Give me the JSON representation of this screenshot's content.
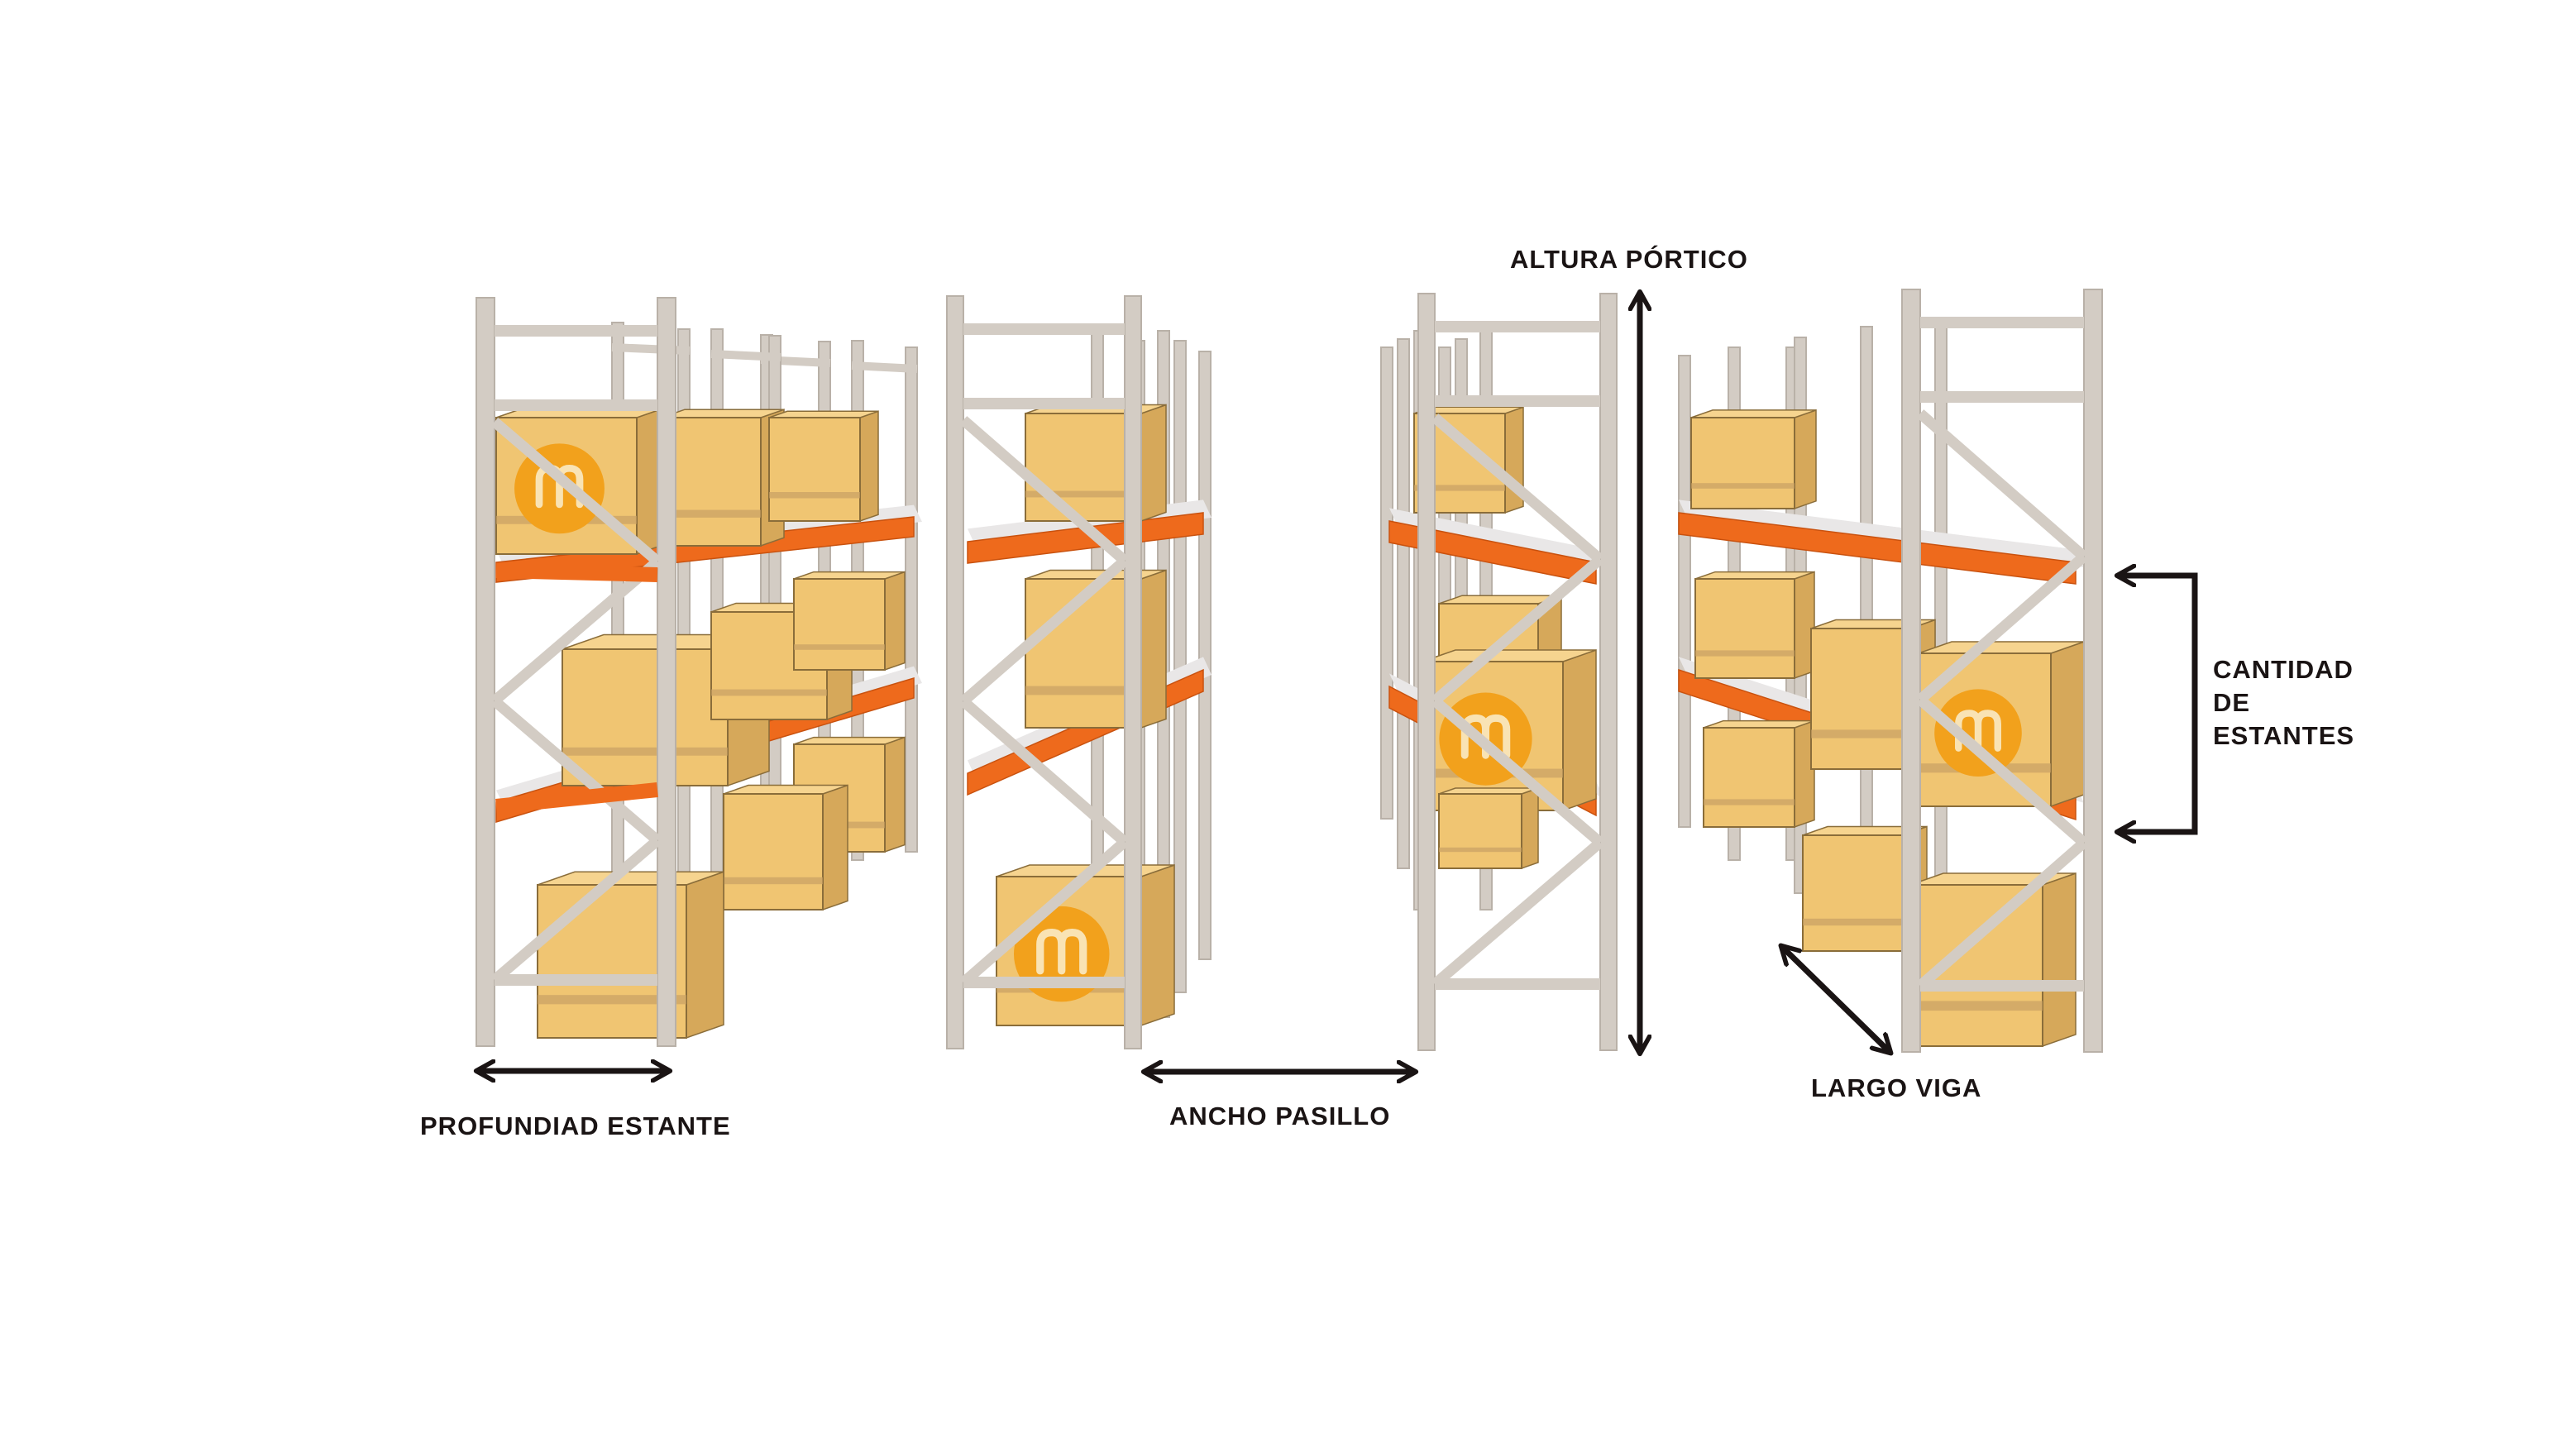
{
  "labels": {
    "depth": "PROFUNDIAD ESTANTE",
    "aisle": "ANCHO PASILLO",
    "height": "ALTURA PÓRTICO",
    "beam": "LARGO VIGA",
    "shelves": [
      "CANTIDAD",
      "DE",
      "ESTANTES"
    ]
  },
  "colors": {
    "upright": "#d3ccc4",
    "upright_dark": "#b9b1a8",
    "beam": "#ee6a1c",
    "beam_dark": "#c9520f",
    "deck": "#e9e7e7",
    "box": "#f0c572",
    "box_side": "#d6a85a",
    "box_dark": "#8a6d3a",
    "logo": "#f2a11c",
    "logo_text": "#f9e3b4",
    "arrow": "#1a1414",
    "background": "#ffffff"
  },
  "icons": [
    "m-logo-icon"
  ]
}
